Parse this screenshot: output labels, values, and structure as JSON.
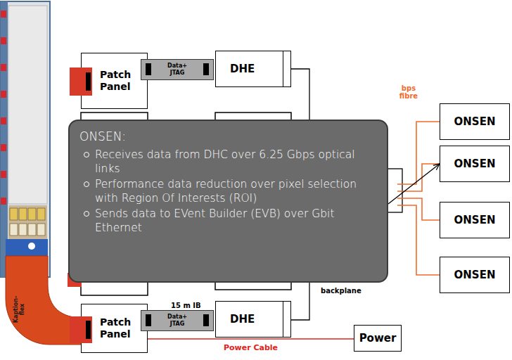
{
  "diagram": {
    "nodes": [
      {
        "text": [
          "Patch Panel"
        ]
      },
      {
        "text": [
          "Data+ JTAG"
        ]
      },
      {
        "text": [
          "DHE"
        ]
      },
      {
        "text": [
          "Patch Panel"
        ]
      },
      {
        "text": [
          "Data+ JTAG"
        ]
      },
      {
        "text": [
          "DHE"
        ]
      },
      {
        "text": [
          "Power"
        ]
      },
      {
        "text": [
          "ONSEN"
        ]
      },
      {
        "text": [
          "ONSEN"
        ]
      },
      {
        "text": [
          "ONSEN"
        ]
      },
      {
        "text": [
          "ONSEN"
        ]
      },
      {
        "text": [
          "ONSEN:",
          "Receives data from DHC over 6.25 Gbps optical links",
          "Performance data reduction over pixel selection with Region Of Interests (ROI)",
          "Sends data to EVent Builder (EVB) over Gbit Ethernet"
        ]
      }
    ],
    "edges": [
      {
        "from": 11,
        "to": 8,
        "arrow": "to"
      },
      {
        "from": 3,
        "to": 6,
        "label": "Power Cable",
        "arrow": "none"
      }
    ],
    "labels": [
      "15 m IB",
      "backplane",
      "bps fibre",
      "Kaption-flex"
    ]
  }
}
